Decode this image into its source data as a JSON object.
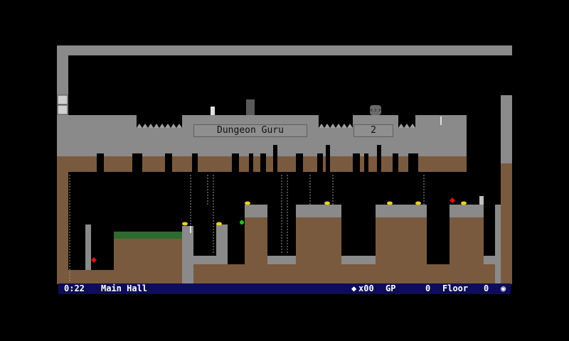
{
  "sign_title": "Dungeon Guru",
  "sign_number": "2",
  "tombstone_text": "R.I.P",
  "hud": {
    "time": "0:22",
    "location": "Main Hall",
    "gems_label": "x00",
    "gp_label": "GP",
    "gp_value": "0",
    "floor_label": "Floor",
    "floor_value": "0"
  },
  "icons": {
    "gem": "gem-icon",
    "menu": "menu-icon"
  },
  "colors": {
    "stone": "#8a8a8a",
    "dirt": "#7a5a3e",
    "grass": "#2f6b2f",
    "hud_bg": "#0d0d5a",
    "gold": "#e8d21a",
    "red_gem": "#e01010",
    "green_potion": "#20c020"
  }
}
